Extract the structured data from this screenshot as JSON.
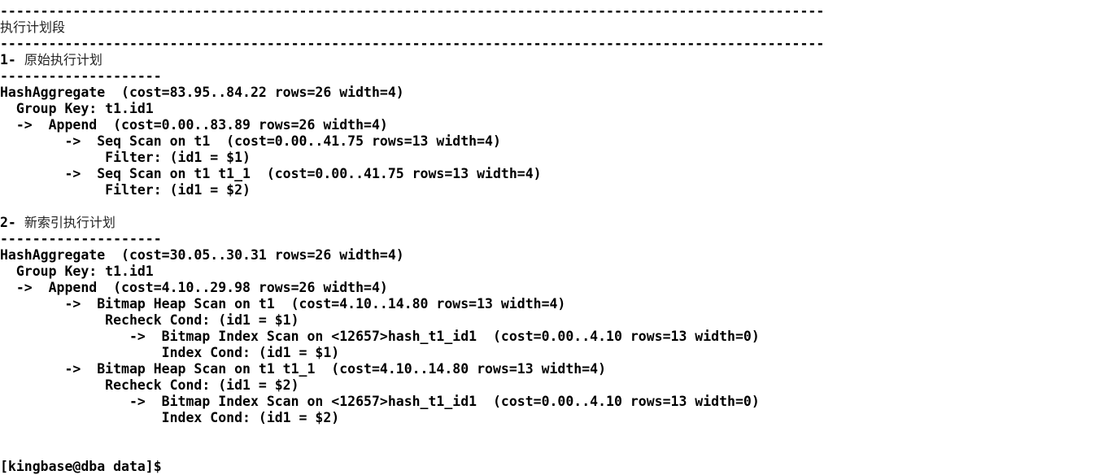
{
  "terminal": {
    "session_user": "kingbase",
    "host": "dba",
    "cwd": "data",
    "prompt_line": "[kingbase@dba data]$",
    "colors": {
      "background": "#ffffff",
      "foreground": "#000000",
      "cjk_text": "#242424"
    }
  },
  "output": {
    "separator_long": "------------------------------------------------------------------------------------------------------",
    "separator_short": "--------------------",
    "section_title": "执行计划段",
    "section_1_heading_prefix": "1- ",
    "section_1_heading_text": "原始执行计划",
    "section_2_heading_prefix": "2- ",
    "section_2_heading_text": "新索引执行计划",
    "plan_1": [
      "HashAggregate  (cost=83.95..84.22 rows=26 width=4)",
      "  Group Key: t1.id1",
      "  ->  Append  (cost=0.00..83.89 rows=26 width=4)",
      "        ->  Seq Scan on t1  (cost=0.00..41.75 rows=13 width=4)",
      "             Filter: (id1 = $1)",
      "        ->  Seq Scan on t1 t1_1  (cost=0.00..41.75 rows=13 width=4)",
      "             Filter: (id1 = $2)"
    ],
    "plan_2": [
      "HashAggregate  (cost=30.05..30.31 rows=26 width=4)",
      "  Group Key: t1.id1",
      "  ->  Append  (cost=4.10..29.98 rows=26 width=4)",
      "        ->  Bitmap Heap Scan on t1  (cost=4.10..14.80 rows=13 width=4)",
      "             Recheck Cond: (id1 = $1)",
      "                ->  Bitmap Index Scan on <12657>hash_t1_id1  (cost=0.00..4.10 rows=13 width=0)",
      "                    Index Cond: (id1 = $1)",
      "        ->  Bitmap Heap Scan on t1 t1_1  (cost=4.10..14.80 rows=13 width=4)",
      "             Recheck Cond: (id1 = $2)",
      "                ->  Bitmap Index Scan on <12657>hash_t1_id1  (cost=0.00..4.10 rows=13 width=0)",
      "                    Index Cond: (id1 = $2)"
    ]
  }
}
